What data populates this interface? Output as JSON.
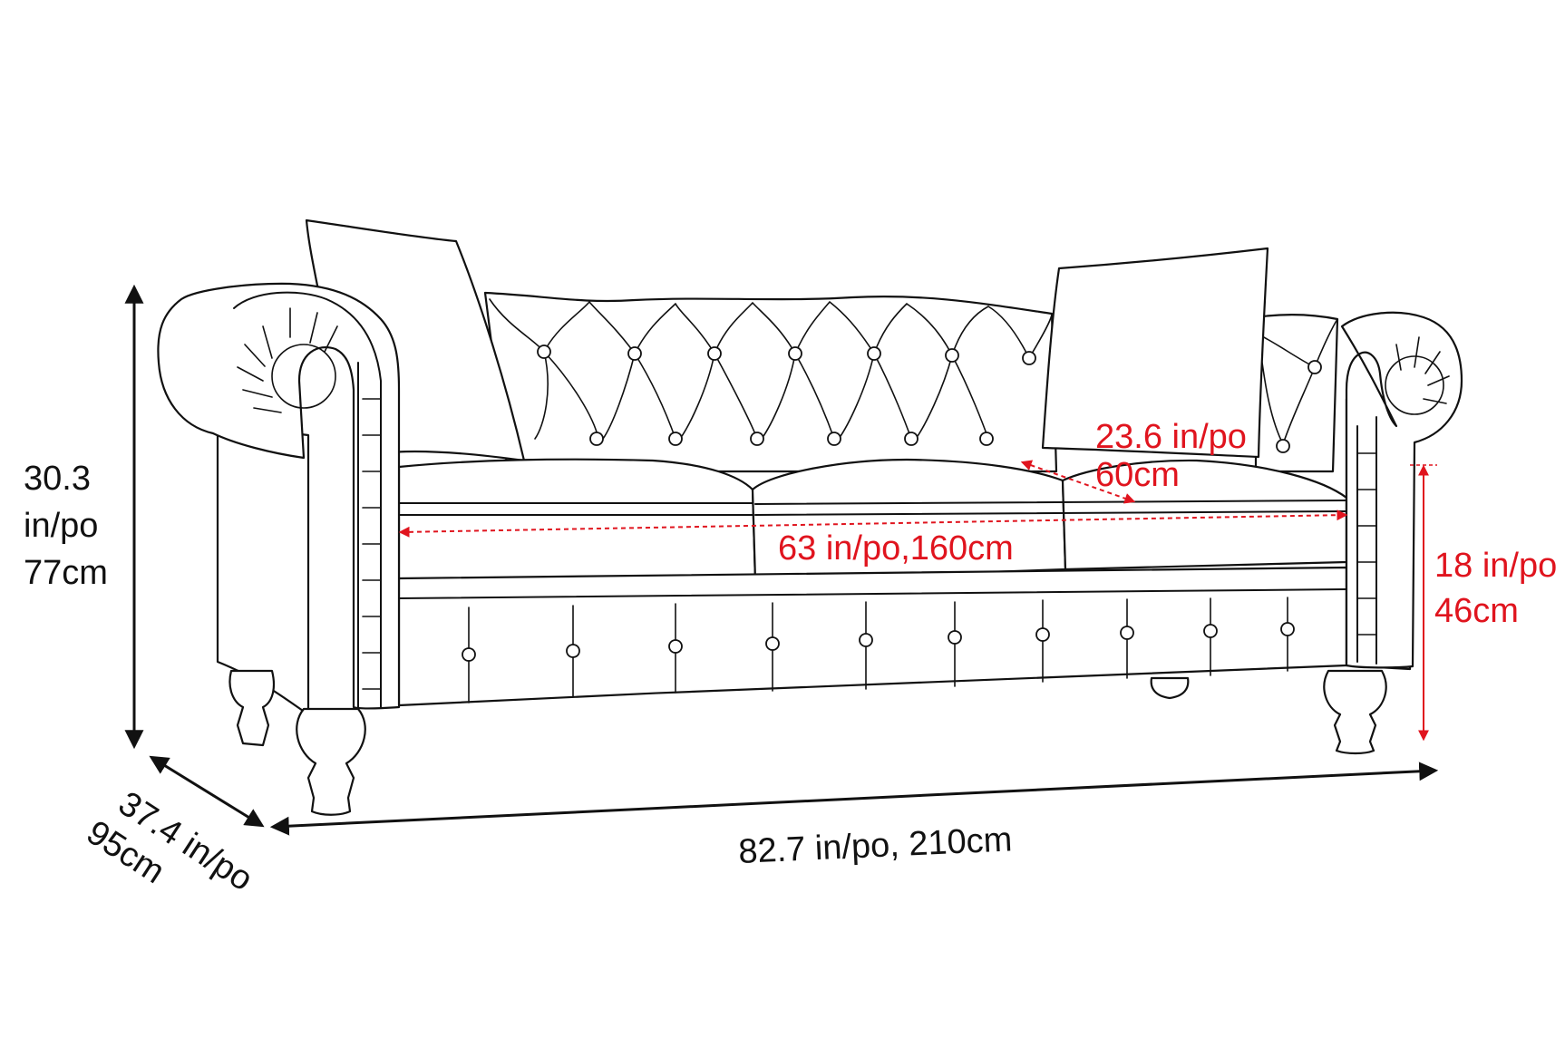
{
  "dimensions": {
    "height": {
      "line1": "30.3",
      "line2": "in/po",
      "line3": "77cm"
    },
    "depth": {
      "line1": "37.4 in/po",
      "line2": "95cm"
    },
    "width": {
      "text": "82.7 in/po, 210cm"
    },
    "seat_depth": {
      "line1": "23.6 in/po",
      "line2": "60cm"
    },
    "seat_width": {
      "text": "63 in/po,160cm"
    },
    "seat_height": {
      "line1": "18 in/po",
      "line2": "46cm"
    }
  },
  "colors": {
    "outline": "#111111",
    "dimension_black": "#111111",
    "dimension_red": "#e0141e",
    "background": "#ffffff"
  }
}
